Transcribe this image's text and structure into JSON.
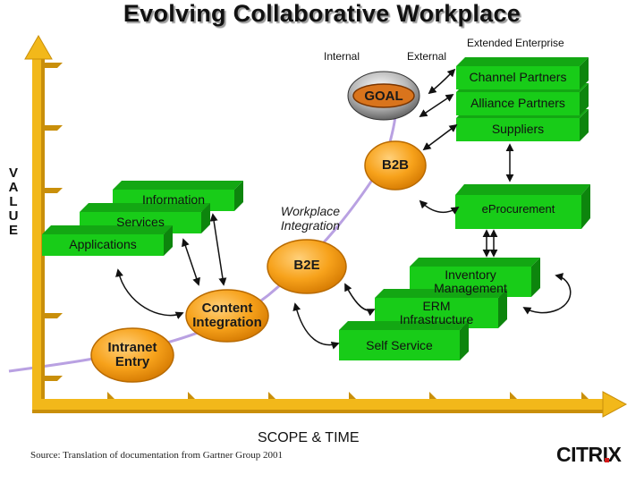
{
  "title": "Evolving Collaborative Workplace",
  "y_axis_label": [
    "V",
    "A",
    "L",
    "U",
    "E"
  ],
  "x_axis_label": "SCOPE & TIME",
  "header_labels": {
    "internal": "Internal",
    "external": "External",
    "extended_enterprise": "Extended Enterprise"
  },
  "goal": "GOAL",
  "workplace_integration": [
    "Workplace",
    "Integration"
  ],
  "left_stack": [
    "Information",
    "Services",
    "Applications"
  ],
  "circles": {
    "intranet": [
      "Intranet",
      "Entry"
    ],
    "content": [
      "Content",
      "Integration"
    ],
    "b2e": "B2E",
    "b2b": "B2B"
  },
  "right_top_stack": [
    "Channel Partners",
    "Alliance Partners",
    "Suppliers"
  ],
  "eprocurement": "eProcurement",
  "right_bottom_stack": [
    [
      "Inventory",
      "Management"
    ],
    [
      "ERM",
      "Infrastructure"
    ],
    [
      "Self Service"
    ]
  ],
  "source": "Source: Translation of documentation from Gartner Group 2001",
  "logo": "CITRIX",
  "colors": {
    "box_front": "#18cc18",
    "box_top": "#13a713",
    "box_side": "#0d850d",
    "circle": "#f7a21b",
    "circle_edge": "#b86a00",
    "axis": "#f2b81a",
    "curve": "#b9a1e2"
  }
}
